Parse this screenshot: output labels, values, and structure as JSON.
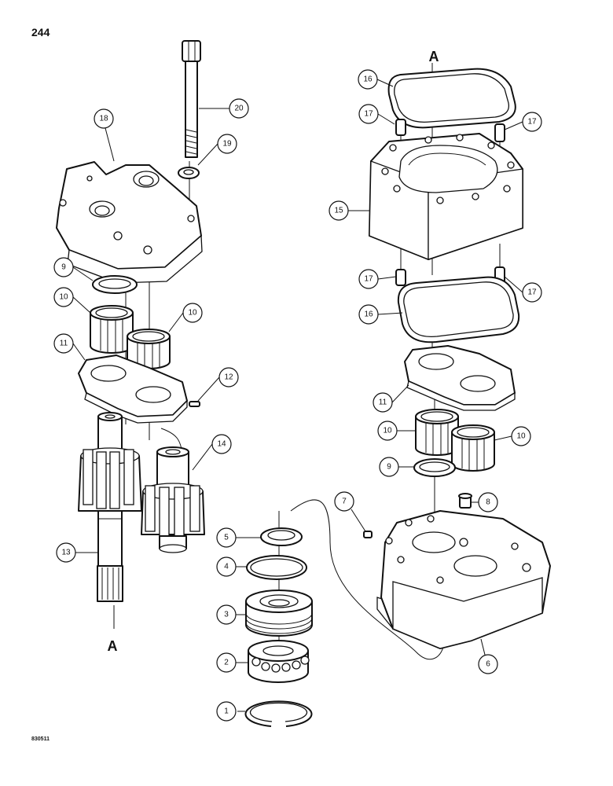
{
  "page_number": "244",
  "figure_code": "830511",
  "reference_marks": [
    {
      "id": "a-top",
      "text": "A"
    },
    {
      "id": "a-bottom",
      "text": "A"
    }
  ],
  "callouts": [
    {
      "id": "c1",
      "text": "1"
    },
    {
      "id": "c2",
      "text": "2"
    },
    {
      "id": "c3",
      "text": "3"
    },
    {
      "id": "c4",
      "text": "4"
    },
    {
      "id": "c5",
      "text": "5"
    },
    {
      "id": "c6",
      "text": "6"
    },
    {
      "id": "c7",
      "text": "7"
    },
    {
      "id": "c8",
      "text": "8"
    },
    {
      "id": "c9a",
      "text": "9"
    },
    {
      "id": "c9b",
      "text": "9"
    },
    {
      "id": "c10a",
      "text": "10"
    },
    {
      "id": "c10b",
      "text": "10"
    },
    {
      "id": "c10c",
      "text": "10"
    },
    {
      "id": "c10d",
      "text": "10"
    },
    {
      "id": "c11a",
      "text": "11"
    },
    {
      "id": "c11b",
      "text": "11"
    },
    {
      "id": "c12",
      "text": "12"
    },
    {
      "id": "c13",
      "text": "13"
    },
    {
      "id": "c14",
      "text": "14"
    },
    {
      "id": "c15",
      "text": "15"
    },
    {
      "id": "c16a",
      "text": "16"
    },
    {
      "id": "c16b",
      "text": "16"
    },
    {
      "id": "c17a",
      "text": "17"
    },
    {
      "id": "c17b",
      "text": "17"
    },
    {
      "id": "c17c",
      "text": "17"
    },
    {
      "id": "c17d",
      "text": "17"
    },
    {
      "id": "c18",
      "text": "18"
    },
    {
      "id": "c19",
      "text": "19"
    },
    {
      "id": "c20",
      "text": "20"
    }
  ]
}
